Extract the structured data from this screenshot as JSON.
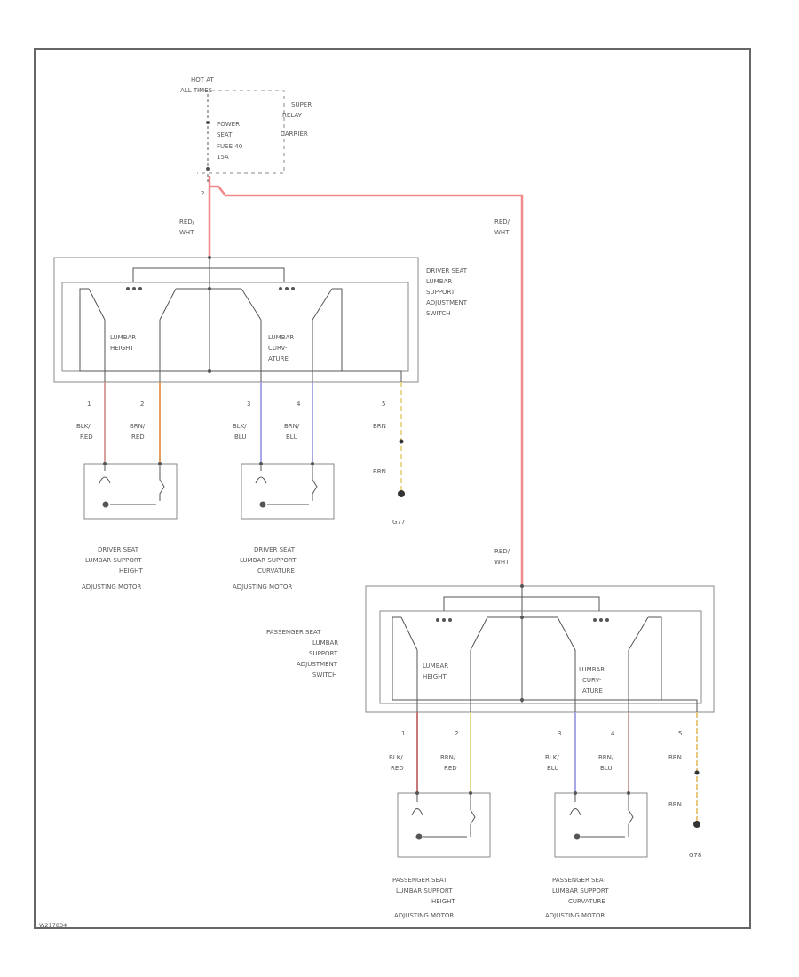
{
  "source": {
    "hot_at": "HOT AT",
    "all_times": "ALL TIMES",
    "fuse_line1": "POWER",
    "fuse_line2": "SEAT",
    "fuse_line3": "FUSE 40",
    "fuse_line4": "15A",
    "box_line1": "SUPER",
    "box_line2": "RELAY",
    "box_line3": "CARRIER",
    "pin": "2"
  },
  "feed_wires": {
    "driver_color1": "RED/",
    "driver_color2": "WHT",
    "branch_color1": "RED/",
    "branch_color2": "WHT",
    "passenger_color1": "RED/",
    "passenger_color2": "WHT"
  },
  "driver_switch": {
    "title": [
      "DRIVER SEAT",
      "LUMBAR",
      "SUPPORT",
      "ADJUSTMENT",
      "SWITCH"
    ],
    "height_label": [
      "LUMBAR",
      "HEIGHT"
    ],
    "curvature_label": [
      "LUMBAR",
      "CURV-",
      "ATURE"
    ],
    "pins": [
      "1",
      "2",
      "3",
      "4",
      "5"
    ],
    "wires": [
      {
        "c1": "BLK/",
        "c2": "RED",
        "color": "#d9a0a0"
      },
      {
        "c1": "BRN/",
        "c2": "RED",
        "color": "#e8a060"
      },
      {
        "c1": "BLK/",
        "c2": "BLU",
        "color": "#a8a8e8"
      },
      {
        "c1": "BRN/",
        "c2": "BLU",
        "color": "#a8a8e8"
      },
      {
        "c1": "BRN",
        "c2": "BRN",
        "color": "#e8d890"
      }
    ],
    "ground": "G77"
  },
  "driver_motors": {
    "height": [
      "DRIVER SEAT",
      "LUMBAR SUPPORT",
      "HEIGHT",
      "ADJUSTING MOTOR"
    ],
    "curvature": [
      "DRIVER SEAT",
      "LUMBAR SUPPORT",
      "CURVATURE",
      "ADJUSTING MOTOR"
    ]
  },
  "passenger_switch": {
    "title": [
      "PASSENGER SEAT",
      "LUMBAR",
      "SUPPORT",
      "ADJUSTMENT",
      "SWITCH"
    ],
    "height_label": [
      "LUMBAR",
      "HEIGHT"
    ],
    "curvature_label": [
      "LUMBAR",
      "CURV-",
      "ATURE"
    ],
    "pins": [
      "1",
      "2",
      "3",
      "4",
      "5"
    ],
    "wires": [
      {
        "c1": "BLK/",
        "c2": "RED",
        "color": "#c87878"
      },
      {
        "c1": "BRN/",
        "c2": "RED",
        "color": "#e8d890"
      },
      {
        "c1": "BLK/",
        "c2": "BLU",
        "color": "#a8a8e8"
      },
      {
        "c1": "BRN/",
        "c2": "BLU",
        "color": "#c8a0a0"
      },
      {
        "c1": "BRN",
        "c2": "BRN",
        "color": "#e8c880"
      }
    ],
    "ground": "G78"
  },
  "passenger_motors": {
    "height": [
      "PASSENGER SEAT",
      "LUMBAR SUPPORT",
      "HEIGHT",
      "ADJUSTING MOTOR"
    ],
    "curvature": [
      "PASSENGER SEAT",
      "LUMBAR SUPPORT",
      "CURVATURE",
      "ADJUSTING MOTOR"
    ]
  },
  "footer_code": "W217834",
  "colors": {
    "feed_wire": "#f08a8a",
    "line": "#555555",
    "border": "#666666"
  }
}
